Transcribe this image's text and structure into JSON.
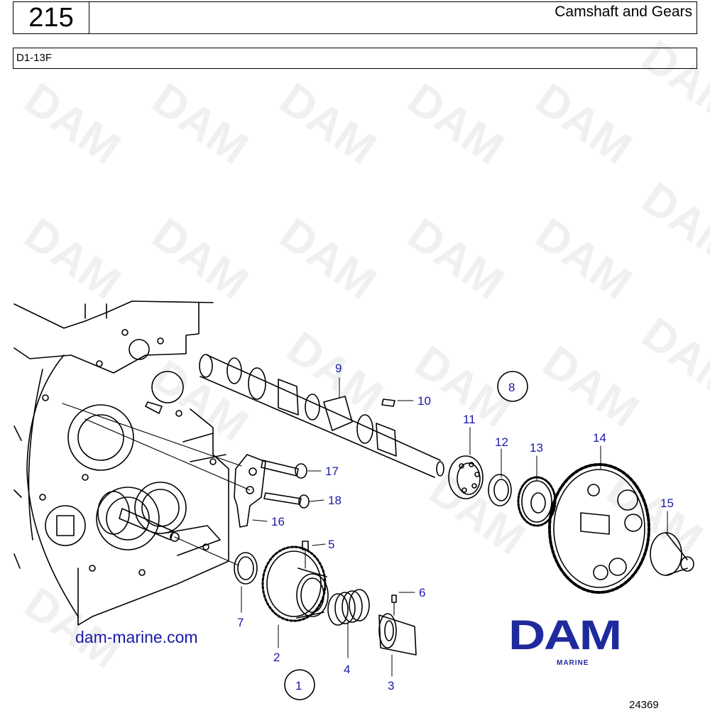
{
  "header": {
    "page_number": "215",
    "title": "Camshaft and Gears",
    "model": "D1-13F"
  },
  "footer": {
    "website": "dam-marine.com",
    "logo_text": "DAM",
    "logo_subtext": "MARINE",
    "drawing_number": "24369"
  },
  "watermark": "DAM",
  "callouts": [
    "1",
    "2",
    "3",
    "4",
    "5",
    "6",
    "7",
    "8",
    "9",
    "10",
    "11",
    "12",
    "13",
    "14",
    "15",
    "16",
    "17",
    "18"
  ],
  "colors": {
    "callout": "#1a1aa8",
    "logo": "#1f2a9c",
    "line": "#000000"
  }
}
